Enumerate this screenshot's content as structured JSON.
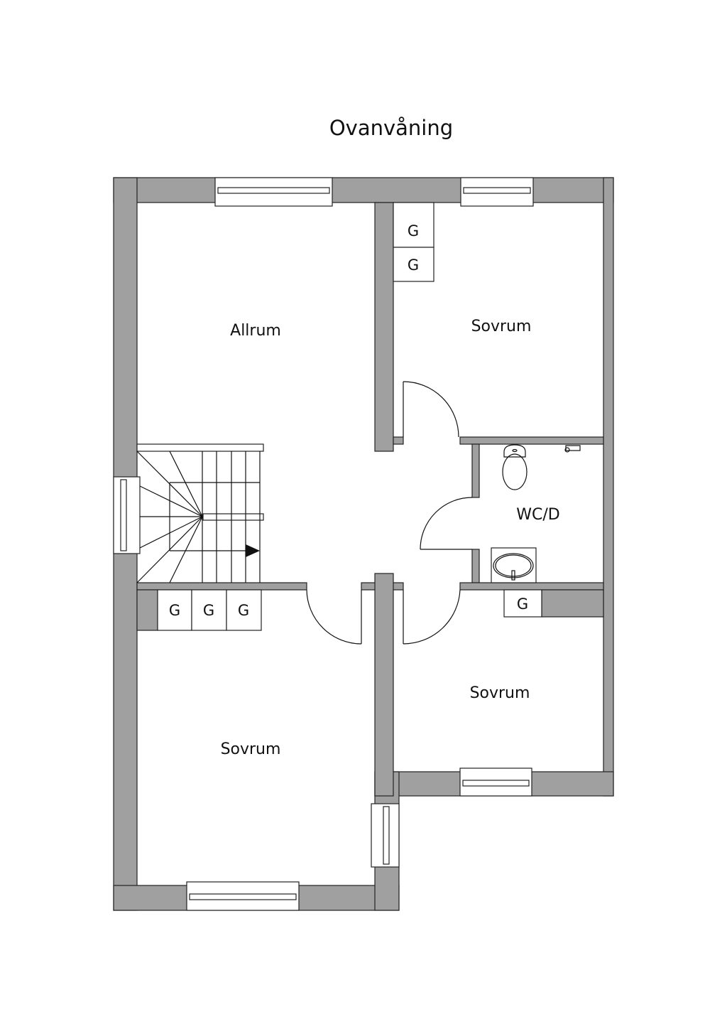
{
  "title": "Ovanvåning",
  "rooms": {
    "allrum": "Allrum",
    "sovrum_top": "Sovrum",
    "wc": "WC/D",
    "sovrum_right": "Sovrum",
    "sovrum_bottom": "Sovrum"
  },
  "closet_label": "G",
  "colors": {
    "wall": "#a0a0a0",
    "line": "#111111"
  }
}
